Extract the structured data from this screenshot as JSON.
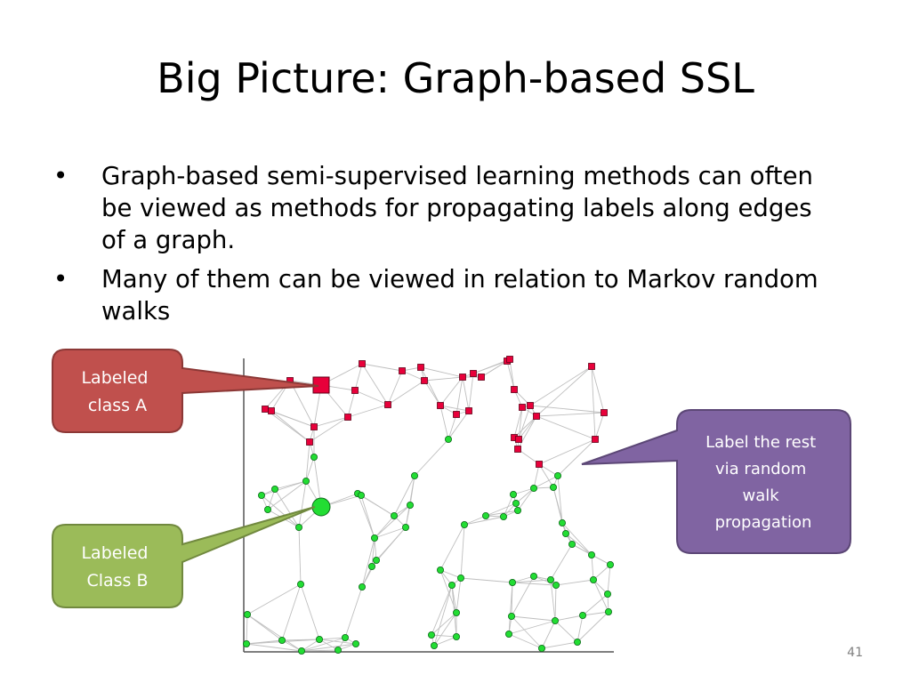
{
  "slide": {
    "title": "Big Picture: Graph-based SSL",
    "bullets": [
      "Graph-based semi-supervised learning methods can often be viewed as methods for propagating labels along edges of a graph.",
      "Many of them can be viewed in relation to Markov random walks"
    ],
    "bullet_glyph": "•",
    "page_number": "41"
  },
  "callouts": {
    "class_a": {
      "lines": [
        "Labeled",
        "class A"
      ],
      "fill": "#c0504d",
      "stroke": "#8c3836"
    },
    "class_b": {
      "lines": [
        "Labeled",
        "Class B"
      ],
      "fill": "#9bbb59",
      "stroke": "#71893f"
    },
    "propagation": {
      "lines": [
        "Label the rest",
        "via random",
        "walk",
        "propagation"
      ],
      "fill": "#8064a2",
      "stroke": "#5c4776"
    }
  },
  "graph": {
    "node_colors": {
      "class_a": "#e8003a",
      "class_b": "#22dd33",
      "edge": "#bfbfbf"
    }
  }
}
